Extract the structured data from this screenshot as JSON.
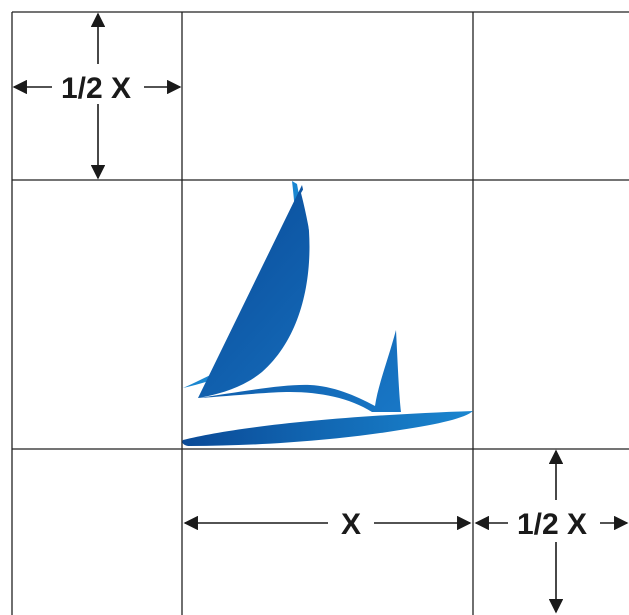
{
  "diagram": {
    "labels": {
      "top_left_margin": "1/2 X",
      "logo_width": "X",
      "bottom_right_margin": "1/2 X"
    },
    "colors": {
      "grid_line": "#222222",
      "arrow": "#1a1a1a",
      "sail_dark": "#0a4f9e",
      "sail_light": "#1a86d0",
      "background": "#ffffff"
    },
    "icons": {
      "logo": "sailboat-logo-icon"
    }
  }
}
